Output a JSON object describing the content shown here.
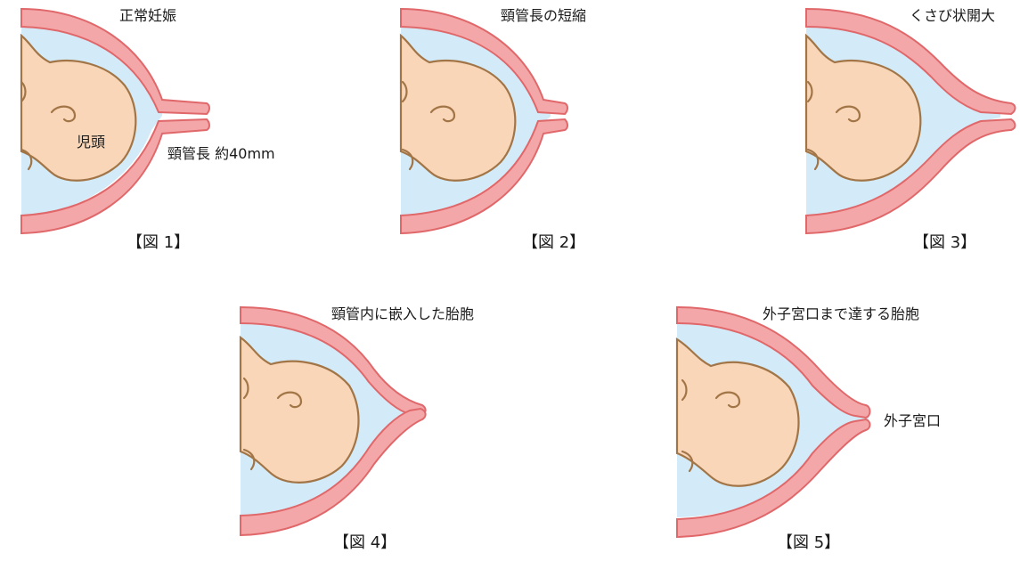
{
  "figures": [
    {
      "caption": "【図 1】",
      "title": "正常妊娠",
      "labels": [
        "児頭",
        "頸管長 約40mm"
      ]
    },
    {
      "caption": "【図 2】",
      "title": "頸管長の短縮"
    },
    {
      "caption": "【図 3】",
      "title": "くさび状開大"
    },
    {
      "caption": "【図 4】",
      "title": "頸管内に嵌入した胎胞"
    },
    {
      "caption": "【図 5】",
      "title": "外子宮口まで達する胎胞",
      "labels": [
        "外子宮口"
      ]
    }
  ],
  "colors": {
    "uterine_wall": "#f4a7a8",
    "wall_outline": "#e0686b",
    "amniotic_fluid": "#d3ebf8",
    "fetal_head": "#f9d6b8",
    "head_outline": "#a27547"
  }
}
